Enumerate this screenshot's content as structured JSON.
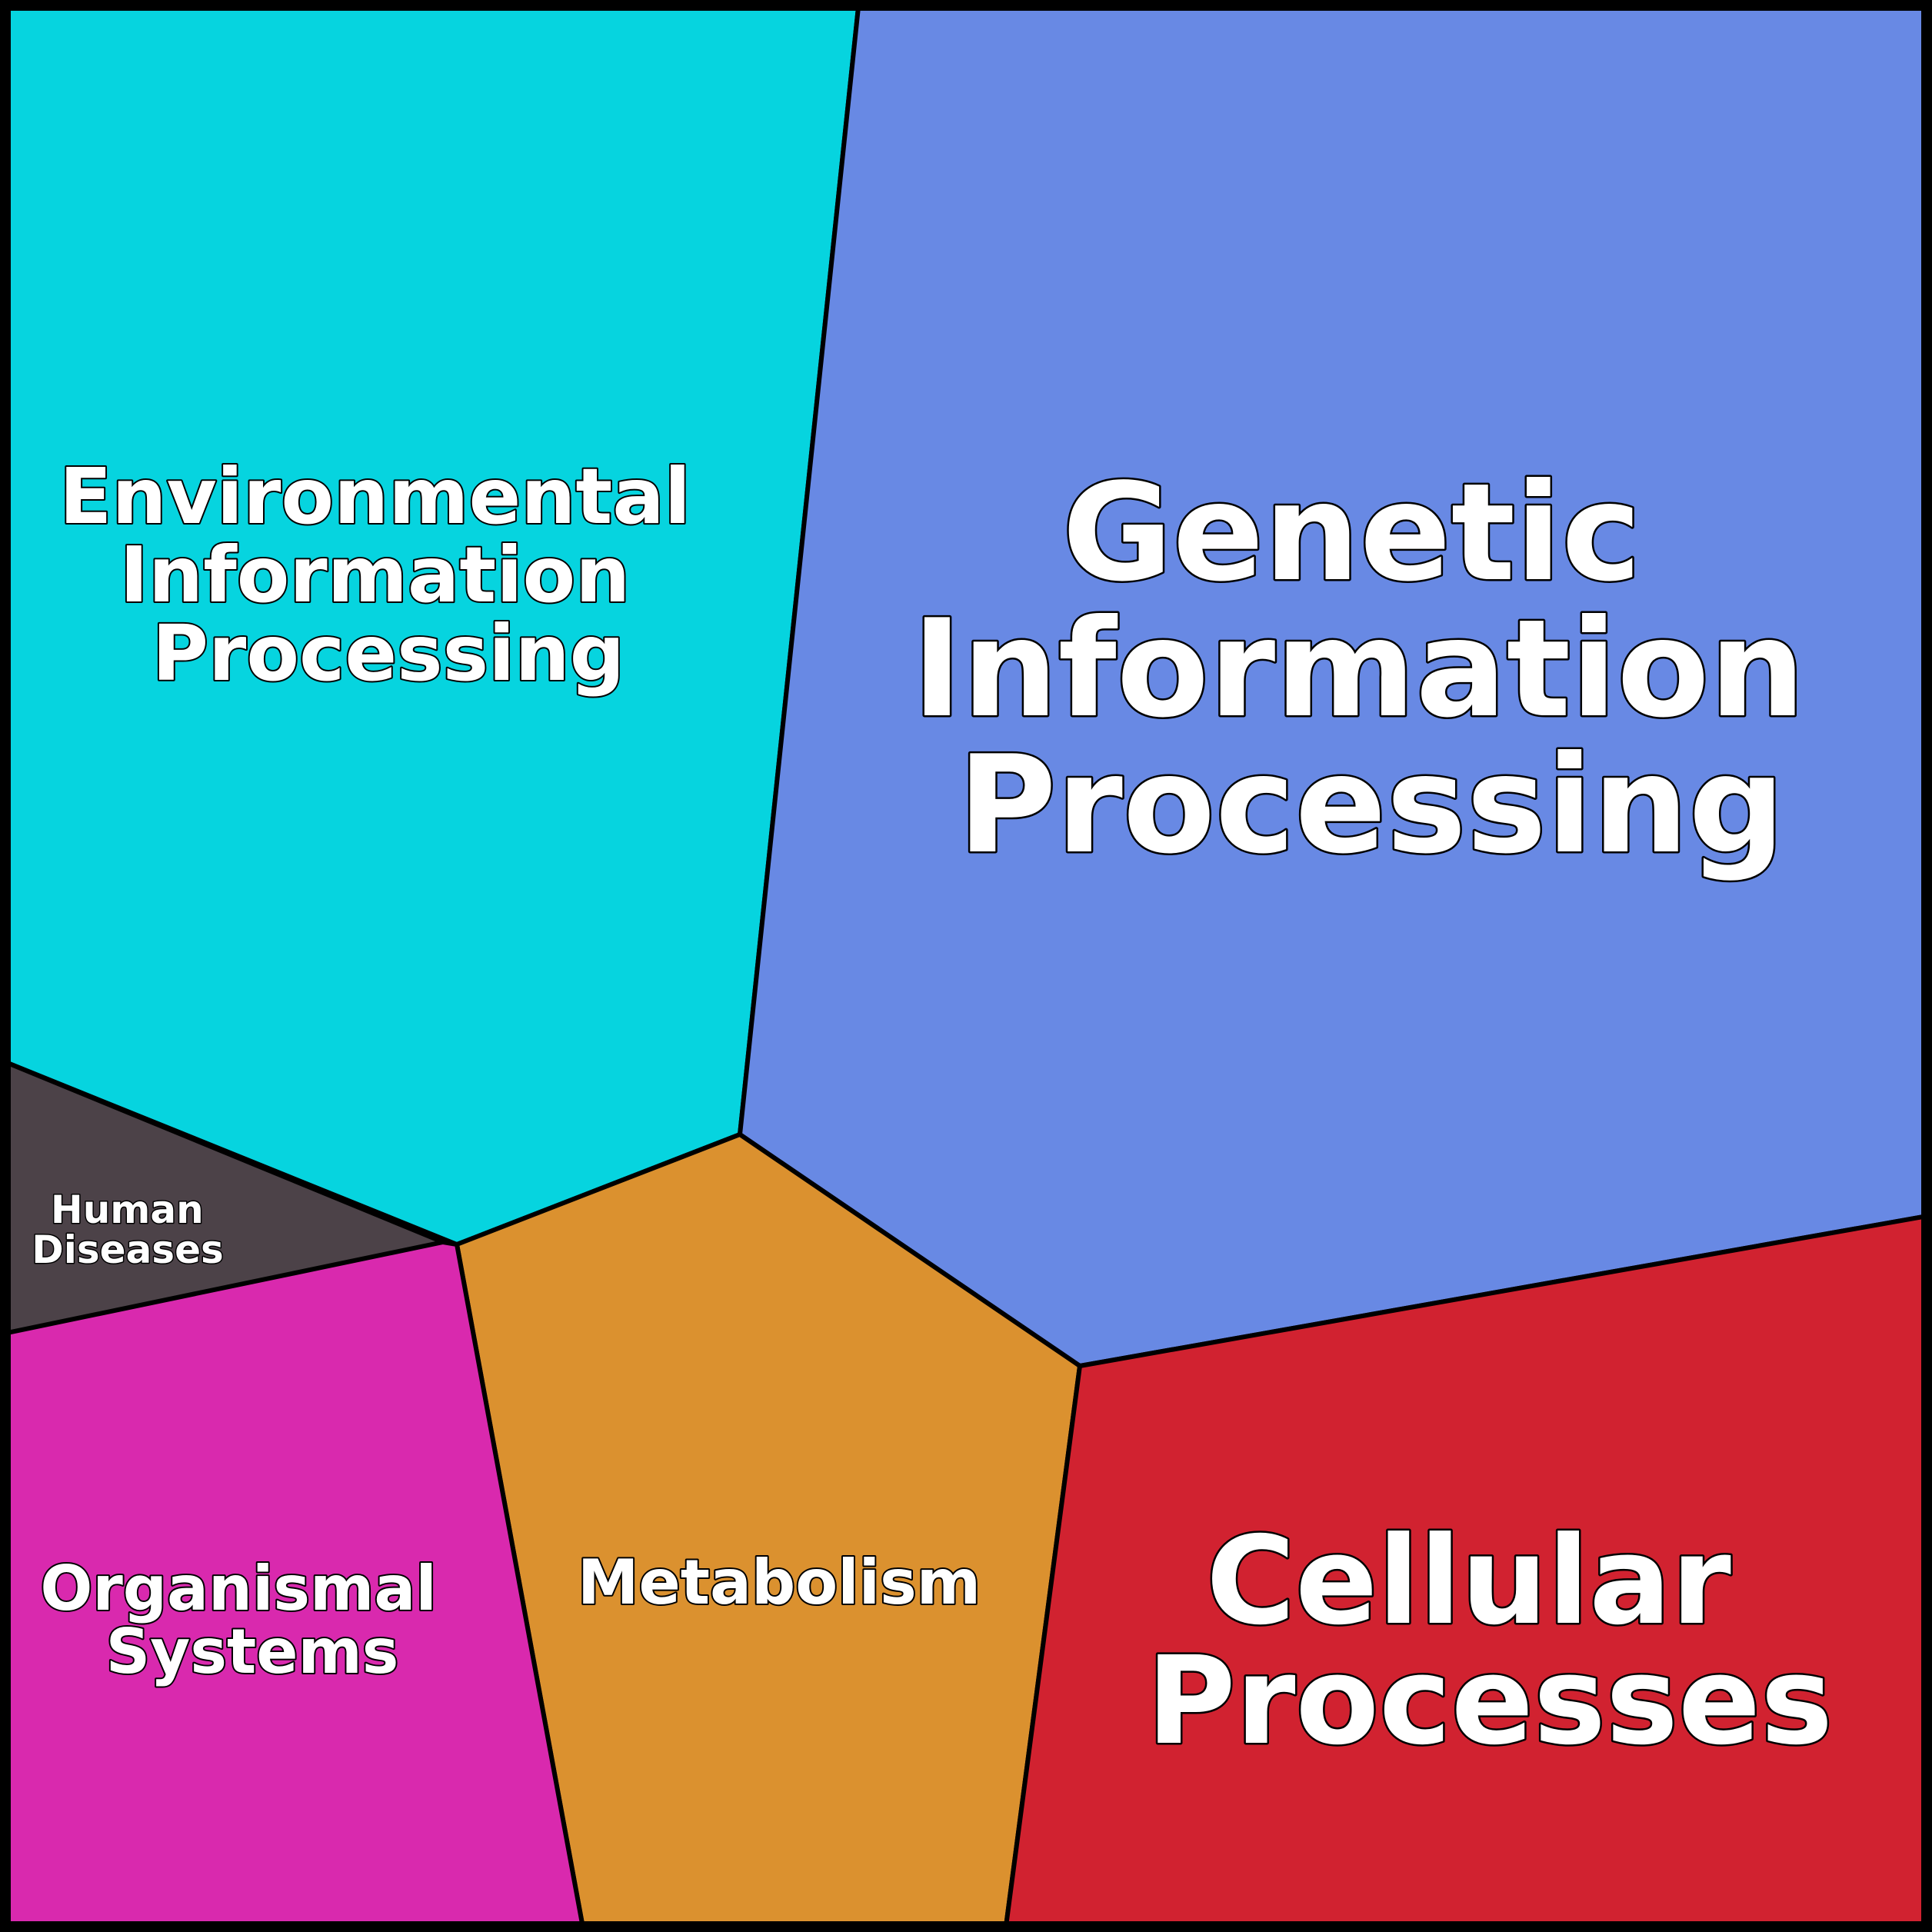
{
  "regions": [
    {
      "key": "environmental",
      "label_lines": [
        "Environmental",
        "Information",
        "Processing"
      ],
      "color": "#06d4df"
    },
    {
      "key": "genetic",
      "label_lines": [
        "Genetic",
        "Information",
        "Processing"
      ],
      "color": "#6889e4"
    },
    {
      "key": "human_diseases",
      "label_lines": [
        "Human",
        "Diseases"
      ],
      "color": "#4c4248"
    },
    {
      "key": "metabolism",
      "label_lines": [
        "Metabolism"
      ],
      "color": "#db912f"
    },
    {
      "key": "organismal",
      "label_lines": [
        "Organismal",
        "Systems"
      ],
      "color": "#d929ae"
    },
    {
      "key": "cellular",
      "label_lines": [
        "Cellular",
        "Processes"
      ],
      "color": "#d12230"
    }
  ],
  "border_color": "#000000",
  "label_color": "#ffffff"
}
